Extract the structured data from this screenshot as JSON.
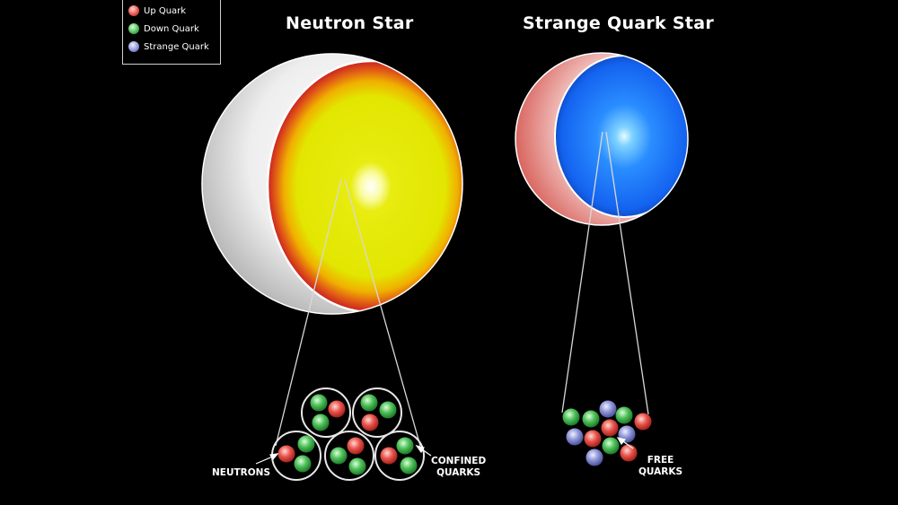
{
  "legend": {
    "items": [
      {
        "label": "Up Quark",
        "color": "#e0584f"
      },
      {
        "label": "Down Quark",
        "color": "#4fbf5a"
      },
      {
        "label": "Strange Quark",
        "color": "#8f96d8"
      }
    ]
  },
  "neutron_star": {
    "title": "Neutron Star",
    "labels": {
      "neutrons": "NEUTRONS",
      "confined_line1": "CONFINED",
      "confined_line2": "QUARKS"
    }
  },
  "strange_star": {
    "title": "Strange Quark Star",
    "labels": {
      "free_line1": "FREE",
      "free_line2": "QUARKS"
    }
  },
  "colors": {
    "background": "#000000",
    "neutron_core": "#e4ea00",
    "neutron_rim": "#d7261e",
    "strange_core": "#1a74ff",
    "shell": "#f2f2f2"
  }
}
